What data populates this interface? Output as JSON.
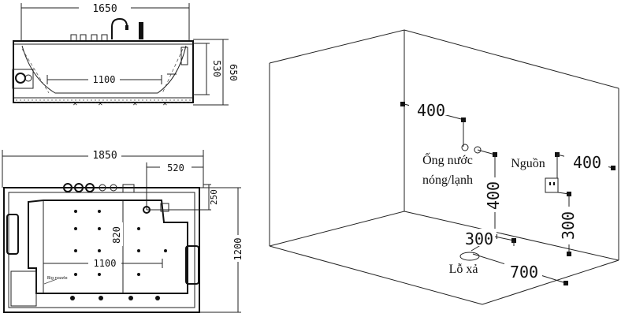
{
  "side_view": {
    "width": "1650",
    "inner_width": "1100",
    "height_inner": "530",
    "height_total": "650"
  },
  "top_view": {
    "width": "1850",
    "faucet_offset": "520",
    "faucet_depth": "250",
    "inner_length": "1100",
    "inner_depth": "820",
    "depth": "1200",
    "note": "Big nozzle"
  },
  "room_view": {
    "pipe_top": "400",
    "pipe_label_line1": "Ống nước",
    "pipe_label_line2": "nóng/lạnh",
    "pipe_vertical": "400",
    "power_label": "Nguồn",
    "power_top": "400",
    "power_vertical": "300",
    "drain_offset": "300",
    "drain_label": "Lỗ xả",
    "drain_distance": "700"
  }
}
